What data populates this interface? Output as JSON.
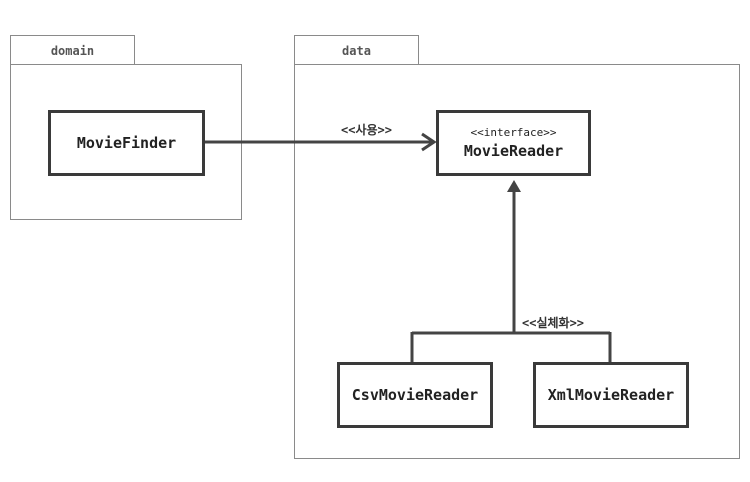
{
  "packages": {
    "domain": {
      "name": "domain"
    },
    "data": {
      "name": "data"
    }
  },
  "classes": {
    "movie_finder": {
      "name": "MovieFinder"
    },
    "movie_reader": {
      "stereotype": "<<interface>>",
      "name": "MovieReader"
    },
    "csv_movie_reader": {
      "name": "CsvMovieReader"
    },
    "xml_movie_reader": {
      "name": "XmlMovieReader"
    }
  },
  "relations": {
    "use_label": "<<사용>>",
    "realize_label": "<<실체화>>"
  },
  "colors": {
    "package_border": "#8a8a8a",
    "class_border": "#3a3a3a",
    "line": "#444444"
  }
}
